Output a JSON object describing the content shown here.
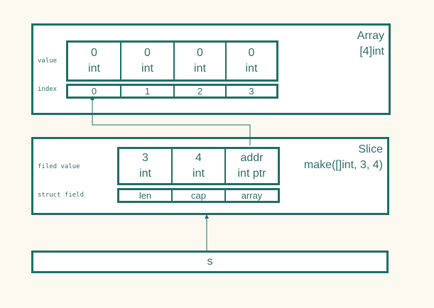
{
  "array": {
    "title_line1": "Array",
    "title_line2": "[4]int",
    "value_label": "value",
    "index_label": "index",
    "values": [
      {
        "top": "0",
        "bottom": "int"
      },
      {
        "top": "0",
        "bottom": "int"
      },
      {
        "top": "0",
        "bottom": "int"
      },
      {
        "top": "0",
        "bottom": "int"
      }
    ],
    "indexes": [
      "0",
      "1",
      "2",
      "3"
    ]
  },
  "slice": {
    "title_line1": "Slice",
    "title_line2": "make([]int, 3, 4)",
    "value_label": "filed value",
    "field_label": "struct field",
    "values": [
      {
        "top": "3",
        "bottom": "int"
      },
      {
        "top": "4",
        "bottom": "int"
      },
      {
        "top": "addr",
        "bottom": "int ptr"
      }
    ],
    "fields": [
      "len",
      "cap",
      "array"
    ]
  },
  "variable": {
    "name": "s"
  },
  "colors": {
    "border": "#1f6f66",
    "text": "#2f6f68",
    "background": "#fcf9f1"
  }
}
